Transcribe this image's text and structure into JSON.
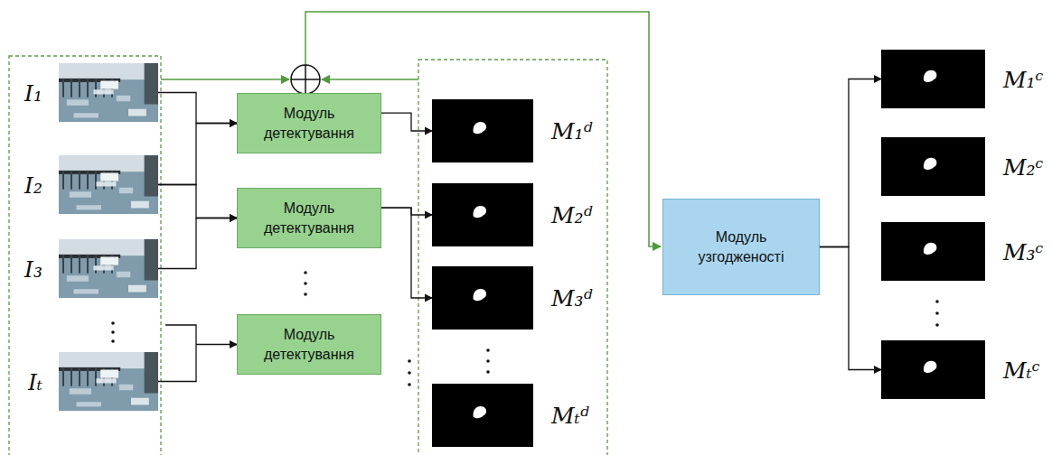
{
  "diagram": {
    "nodes": [
      {
        "text": [
          "I₁"
        ]
      },
      {
        "text": [
          "I₂"
        ]
      },
      {
        "text": [
          "I₃"
        ]
      },
      {
        "text": [
          "Iₜ"
        ]
      },
      {
        "text": [
          "Модуль детектування"
        ]
      },
      {
        "text": [
          "Модуль детектування"
        ]
      },
      {
        "text": [
          "Модуль детектування"
        ]
      },
      {
        "text": [
          "M₁ᵈ"
        ]
      },
      {
        "text": [
          "M₂ᵈ"
        ]
      },
      {
        "text": [
          "M₃ᵈ"
        ]
      },
      {
        "text": [
          "Mₜᵈ"
        ]
      },
      {
        "text": [
          "Модуль узгодженості"
        ]
      },
      {
        "text": [
          "M₁ᶜ"
        ]
      },
      {
        "text": [
          "M₂ᶜ"
        ]
      },
      {
        "text": [
          "M₃ᶜ"
        ]
      },
      {
        "text": [
          "Mₜᶜ"
        ]
      }
    ],
    "edges": [
      {
        "from": 0,
        "to": 4,
        "arrow": "to"
      },
      {
        "from": 1,
        "to": 4,
        "arrow": "to"
      },
      {
        "from": 1,
        "to": 5,
        "arrow": "to"
      },
      {
        "from": 2,
        "to": 5,
        "arrow": "to"
      },
      {
        "from": 3,
        "to": 6,
        "arrow": "to"
      },
      {
        "from": 4,
        "to": 7,
        "arrow": "to"
      },
      {
        "from": 5,
        "to": 8,
        "arrow": "to"
      },
      {
        "from": 5,
        "to": 9,
        "arrow": "to"
      },
      {
        "from": 11,
        "to": 12,
        "arrow": "to"
      },
      {
        "from": 11,
        "to": 15,
        "arrow": "to"
      }
    ]
  }
}
